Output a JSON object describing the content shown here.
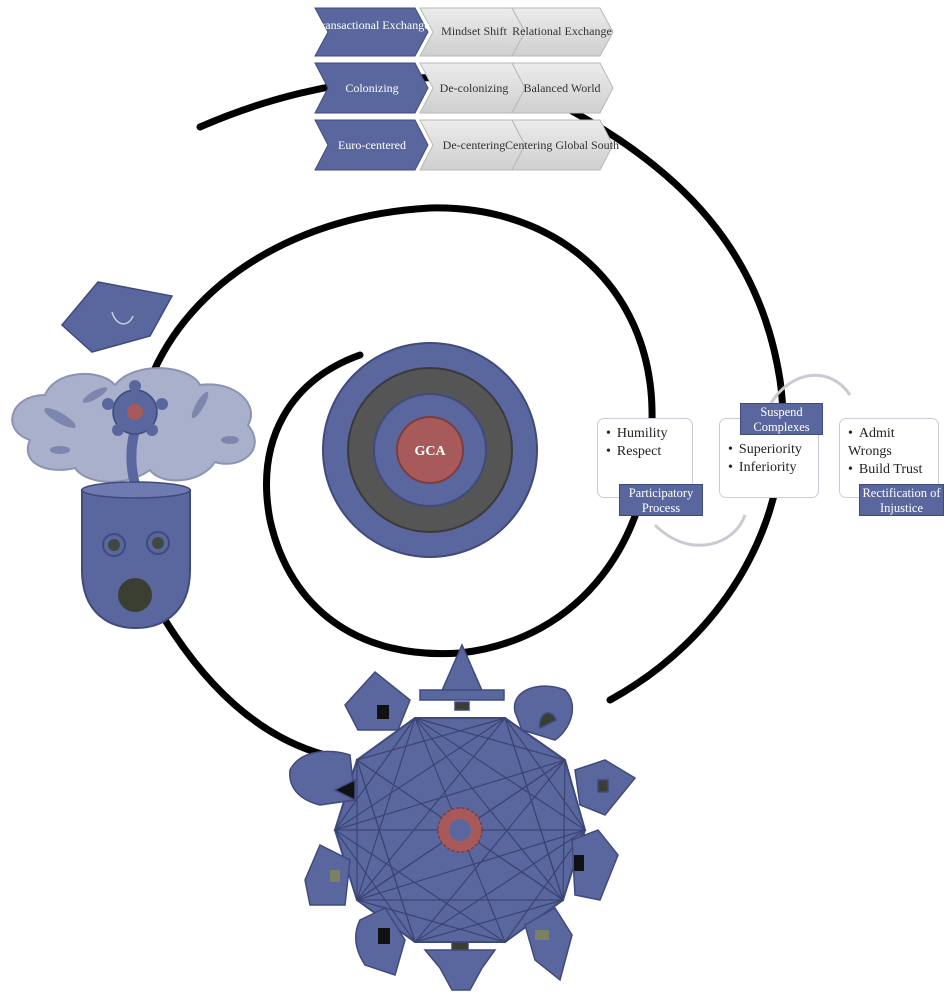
{
  "chevron_rows": [
    {
      "items": [
        "Transactional Exchange",
        "Mindset Shift",
        "Relational Exchange"
      ]
    },
    {
      "items": [
        "Colonizing",
        "De-colonizing",
        "Balanced World"
      ]
    },
    {
      "items": [
        "Euro-centered",
        "De-centering",
        "Centering Global South"
      ]
    }
  ],
  "center_label": "GCA",
  "process_steps": [
    {
      "tag": "Participatory Process",
      "bullets": [
        "Humility",
        "Respect"
      ]
    },
    {
      "tag": "Suspend Complexes",
      "bullets": [
        "Superiority",
        "Inferiority"
      ]
    },
    {
      "tag": "Rectification of Injustice",
      "bullets": [
        "Admit Wrongs",
        "Build Trust"
      ]
    }
  ],
  "colors": {
    "primary_blue": "#5a679e",
    "dark_gray": "#555555",
    "center_red": "#a85a5a",
    "light_chevron": "#d9d9d9",
    "cloud": "#a9b0cc"
  },
  "icons": [
    "graduation-cap-icon",
    "thought-cloud-icon",
    "flower-icon",
    "surprised-head-icon",
    "decagon-wheel-icon",
    "house-icon"
  ]
}
